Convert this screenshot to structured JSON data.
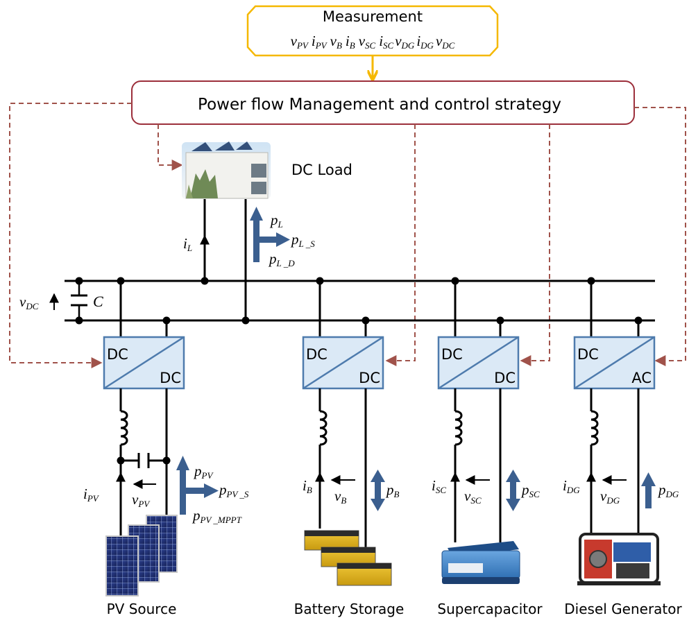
{
  "measurement": {
    "title": "Measurement",
    "signals": [
      {
        "sym": "v",
        "sub": "PV"
      },
      {
        "sym": "i",
        "sub": "PV"
      },
      {
        "sym": "v",
        "sub": "B"
      },
      {
        "sym": "i",
        "sub": "B"
      },
      {
        "sym": "v",
        "sub": "SC"
      },
      {
        "sym": "i",
        "sub": "SC"
      },
      {
        "sym": "v",
        "sub": "DG"
      },
      {
        "sym": "i",
        "sub": "DG"
      },
      {
        "sym": "v",
        "sub": "DC"
      }
    ]
  },
  "controller": {
    "label": "Power flow Management and control strategy"
  },
  "dc_load": {
    "label": "DC Load",
    "current": {
      "sym": "i",
      "sub": "L"
    },
    "power": {
      "sym": "p",
      "sub": "L"
    },
    "power_s": {
      "sym": "p",
      "sub": "L _S"
    },
    "power_d": {
      "sym": "p",
      "sub": "L _D"
    }
  },
  "dc_bus": {
    "voltage": {
      "sym": "v",
      "sub": "DC"
    },
    "capacitor": "C"
  },
  "converters": [
    {
      "top": "DC",
      "bottom": "DC"
    },
    {
      "top": "DC",
      "bottom": "DC"
    },
    {
      "top": "DC",
      "bottom": "DC"
    },
    {
      "top": "DC",
      "bottom": "AC"
    }
  ],
  "sources": [
    {
      "label": "PV Source",
      "current": {
        "sym": "i",
        "sub": "PV"
      },
      "voltage": {
        "sym": "v",
        "sub": "PV"
      },
      "power": {
        "sym": "p",
        "sub": "PV"
      },
      "power_s": {
        "sym": "p",
        "sub": "PV _S"
      },
      "power_mppt": {
        "sym": "p",
        "sub": "PV _MPPT"
      }
    },
    {
      "label": "Battery Storage",
      "current": {
        "sym": "i",
        "sub": "B"
      },
      "voltage": {
        "sym": "v",
        "sub": "B"
      },
      "power": {
        "sym": "p",
        "sub": "B"
      }
    },
    {
      "label": "Supercapacitor",
      "current": {
        "sym": "i",
        "sub": "SC"
      },
      "voltage": {
        "sym": "v",
        "sub": "SC"
      },
      "power": {
        "sym": "p",
        "sub": "SC"
      }
    },
    {
      "label": "Diesel Generator",
      "current": {
        "sym": "i",
        "sub": "DG"
      },
      "voltage": {
        "sym": "v",
        "sub": "DG"
      },
      "power": {
        "sym": "p",
        "sub": "DG"
      }
    }
  ],
  "colors": {
    "measure_box": "#f5b800",
    "controller_box": "#9c2f3b",
    "control_dashed": "#a0524a",
    "converter_fill": "#dbe9f6",
    "converter_border": "#4e7bad",
    "power_arrow": "#3b5f8f",
    "wire": "#000000"
  }
}
